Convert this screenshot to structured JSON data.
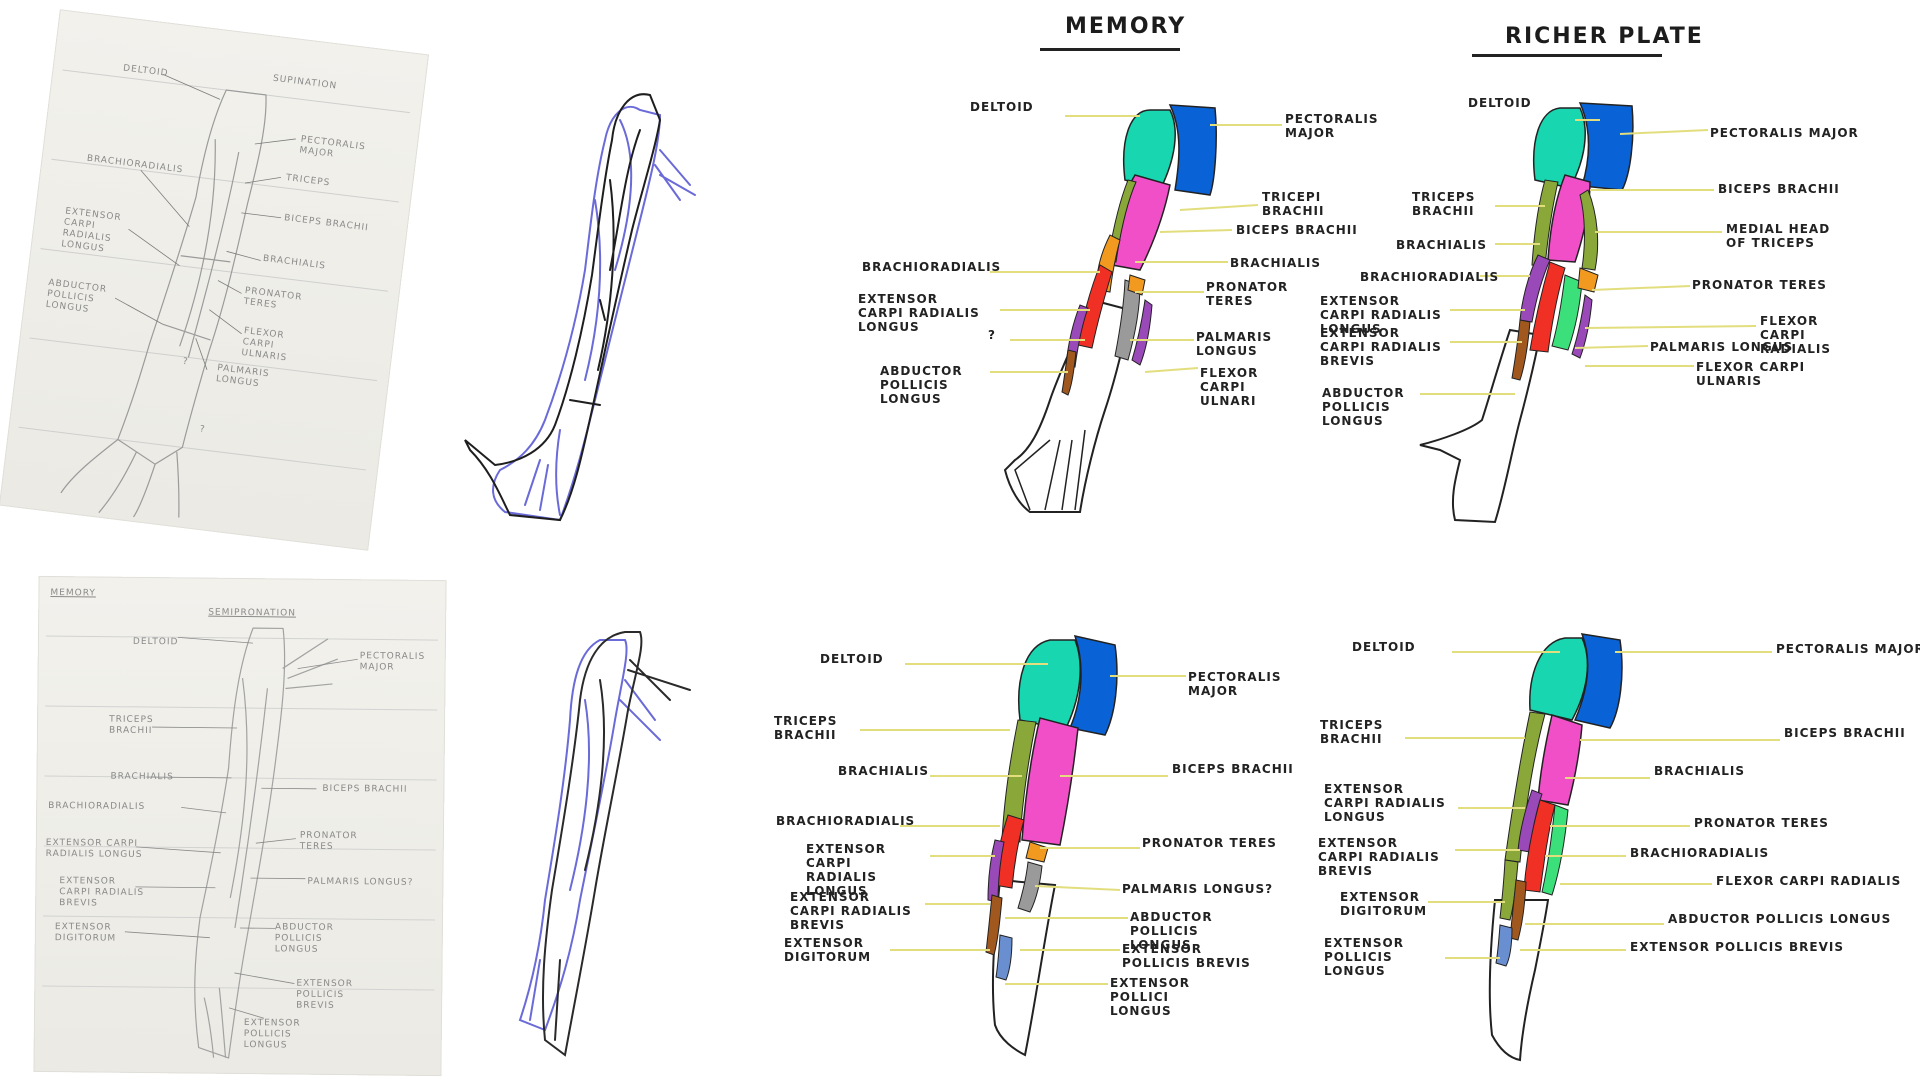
{
  "headers": {
    "memory": "MEMORY",
    "richer_plate": "RICHER PLATE"
  },
  "colors": {
    "deltoid": "#17d6b0",
    "pectoralis": "#0a63d6",
    "biceps": "#f04fc8",
    "brachioradialis": "#f03024",
    "orange": "#f29a1f",
    "olive": "#8aa83a",
    "purple": "#9a49b8",
    "lime": "#3ce07a",
    "grey": "#9a9a9a",
    "brown": "#a0581f",
    "leader": "#e2de7e",
    "pencil_sketch_blue": "#6a6ad8"
  },
  "sketch_top": {
    "title": "SUPINATION",
    "labels": [
      "DELTOID",
      "PECTORALIS MAJOR",
      "TRICEPS",
      "BICEPS BRACHII",
      "BRACHIORADIALIS",
      "BRACHIALIS",
      "EXTENSOR CARPI RADIALIS LONGUS",
      "PRONATOR TERES",
      "ABDUCTOR POLLICIS LONGUS",
      "FLEXOR CARPI ULNARIS",
      "PALMARIS LONGUS",
      "?",
      "?"
    ]
  },
  "sketch_bottom": {
    "tag": "MEMORY",
    "title": "SEMIPRONATION",
    "labels": [
      "DELTOID",
      "PECTORALIS MAJOR",
      "TRICEPS BRACHII",
      "BRACHIALIS",
      "BICEPS BRACHII",
      "BRACHIORADIALIS",
      "PRONATOR TERES",
      "EXTENSOR CARPI RADIALIS LONGUS",
      "PALMARIS LONGUS?",
      "EXTENSOR CARPI RADIALIS BREVIS",
      "ABDUCTOR POLLICIS LONGUS",
      "EXTENSOR DIGITORUM",
      "EXTENSOR POLLICIS BREVIS",
      "EXTENSOR POLLICIS LONGUS"
    ]
  },
  "memory_top": {
    "labels": [
      "DELTOID",
      "PECTORALIS MAJOR",
      "TRICEPI BRACHII",
      "BICEPS BRACHII",
      "BRACHIORADIALIS",
      "BRACHIALIS",
      "EXTENSOR CARPI RADIALIS LONGUS",
      "PRONATOR TERES",
      "?",
      "PALMARIS LONGUS",
      "ABDUCTOR POLLICIS LONGUS",
      "FLEXOR CARPI ULNARI"
    ]
  },
  "plate_top": {
    "labels": [
      "DELTOID",
      "PECTORALIS MAJOR",
      "TRICEPS BRACHII",
      "BICEPS BRACHII",
      "BRACHIALIS",
      "MEDIAL HEAD OF TRICEPS",
      "BRACHIORADIALIS",
      "PRONATOR TERES",
      "EXTENSOR CARPI RADIALIS LONGUS",
      "FLEXOR CARPI RADIALIS",
      "EXTENSOR CARPI RADIALIS BREVIS",
      "PALMARIS LONGUS",
      "FLEXOR CARPI ULNARIS",
      "ABDUCTOR POLLICIS LONGUS"
    ]
  },
  "memory_bottom": {
    "labels": [
      "DELTOID",
      "PECTORALIS MAJOR",
      "TRICEPS BRACHII",
      "BRACHIALIS",
      "BICEPS BRACHII",
      "BRACHIORADIALIS",
      "PRONATOR TERES",
      "EXTENSOR CARPI RADIALIS LONGUS",
      "PALMARIS LONGUS?",
      "EXTENSOR CARPI RADIALIS BREVIS",
      "ABDUCTOR POLLICIS LONGUS",
      "EXTENSOR DIGITORUM",
      "EXTENSOR POLLICIS BREVIS",
      "EXTENSOR POLLICI LONGUS"
    ]
  },
  "plate_bottom": {
    "labels": [
      "DELTOID",
      "PECTORALIS MAJOR",
      "TRICEPS BRACHII",
      "BICEPS BRACHII",
      "BRACHIALIS",
      "EXTENSOR CARPI RADIALIS LONGUS",
      "PRONATOR TERES",
      "EXTENSOR CARPI RADIALIS BREVIS",
      "BRACHIORADIALIS",
      "FLEXOR CARPI RADIALIS",
      "EXTENSOR DIGITORUM",
      "ABDUCTOR POLLICIS LONGUS",
      "EXTENSOR POLLICIS LONGUS",
      "EXTENSOR POLLICIS BREVIS"
    ]
  }
}
